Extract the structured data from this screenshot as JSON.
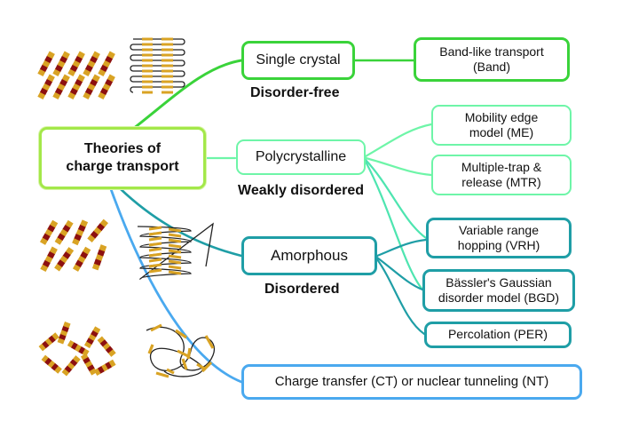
{
  "colors": {
    "green": "#3ad33a",
    "lightgreen": "#6ef5a8",
    "mint": "#4ee5b0",
    "teal": "#1f9ea6",
    "blue": "#4aa9ef",
    "root_border": "#a3e84a",
    "gold": "#d9a324",
    "maroon": "#8c1010"
  },
  "root": {
    "line1": "Theories of",
    "line2": "charge transport"
  },
  "categories": {
    "single_crystal": {
      "label": "Single crystal",
      "caption": "Disorder-free"
    },
    "polycrystalline": {
      "label": "Polycrystalline",
      "caption": "Weakly disordered"
    },
    "amorphous": {
      "label": "Amorphous",
      "caption": "Disordered"
    },
    "charge_transfer": {
      "label": "Charge transfer (CT) or nuclear tunneling (NT)"
    }
  },
  "models": {
    "band": {
      "line1": "Band-like transport",
      "line2": "(Band)"
    },
    "me": {
      "line1": "Mobility edge",
      "line2": "model (ME)"
    },
    "mtr": {
      "line1": "Multiple-trap &",
      "line2": "release (MTR)"
    },
    "vrh": {
      "line1": "Variable range",
      "line2": "hopping (VRH)"
    },
    "bgd": {
      "line1": "Bässler's Gaussian",
      "line2": "disorder model (BGD)"
    },
    "per": {
      "line1": "Percolation (PER)"
    }
  },
  "icons": [
    "ordered-molecule-crystal-icon",
    "ordered-polymer-chain-icon",
    "partially-ordered-molecules-icon",
    "partially-ordered-polymer-icon",
    "disordered-molecules-icon",
    "disordered-polymer-icon"
  ]
}
